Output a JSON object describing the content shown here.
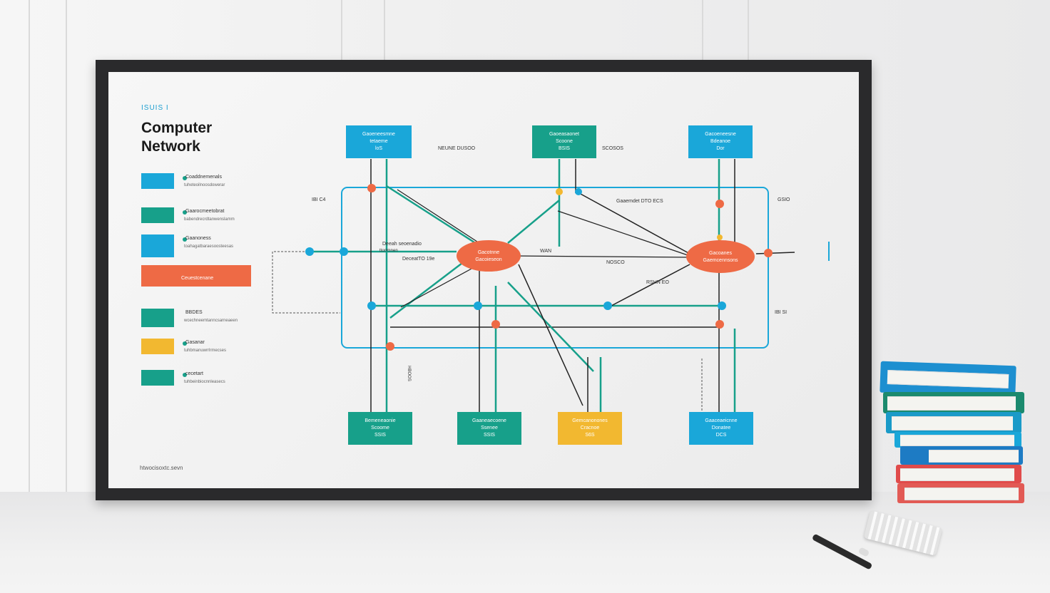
{
  "poster": {
    "kicker": "ISUIS I",
    "title": "Computer Network",
    "footer": "htwocisoxtc.sevn"
  },
  "legend": [
    {
      "color": "#1aa7d9",
      "label": "Coaddnemenals",
      "sub": "tuheteoilnoosdowerar"
    },
    {
      "color": "#17a08a",
      "label": "Gaarocmeetobrat",
      "sub": "babendrecrdtanwenslamm"
    },
    {
      "color": "#1aa7d9",
      "label": "Gaanoness",
      "sub": "toahagatbaraesoosteesas"
    },
    {
      "color": "#ee6a45",
      "label": "Ceuestcenane",
      "sub": ""
    },
    {
      "color": "#17a08a",
      "label": "BBDES",
      "sub": "wcechneemtanncsarneaeen"
    },
    {
      "color": "#f2b830",
      "label": "Gasanar",
      "sub": "tuhbmanuwrrlrmecses"
    },
    {
      "color": "#17a08a",
      "label": "cecetart",
      "sub": "tuhbeinbiocnnleasecs"
    }
  ],
  "diagram": {
    "top_nodes": [
      {
        "color": "#1aa7d9",
        "lines": [
          "Gaoeneesmne",
          "tetaeme",
          "loS"
        ]
      },
      {
        "color": "#17a08a",
        "lines": [
          "Gaoeasaonet",
          "Scoone",
          "BSIS"
        ]
      },
      {
        "color": "#1aa7d9",
        "lines": [
          "Gacoeneesne",
          "Bdeanoe",
          "Dor"
        ]
      }
    ],
    "bottom_nodes": [
      {
        "color": "#17a08a",
        "lines": [
          "Bemeneaonie",
          "Scoome",
          "SSIS"
        ]
      },
      {
        "color": "#17a08a",
        "lines": [
          "Gaaneaecoene",
          "Ssenee",
          "SSIS"
        ]
      },
      {
        "color": "#f2b830",
        "lines": [
          "Gemcanonones",
          "Cracnoe",
          "S6S"
        ]
      },
      {
        "color": "#1aa7d9",
        "lines": [
          "Gaaceaeicnne",
          "Donatee",
          "DCS"
        ]
      }
    ],
    "hubs": [
      {
        "color": "#ee6a45",
        "lines": [
          "Gacotnne",
          "Gacoieseon"
        ]
      },
      {
        "color": "#ee6a45",
        "lines": [
          "Gacoanes",
          "Gaemcennsons"
        ]
      }
    ],
    "edge_labels": [
      "NEUNE DUSOO",
      "SCOSOS",
      "Gaaemdet DTO ECS",
      "WAN",
      "NOSCO",
      "Deeah seoenadio",
      "DeceatTO 19e",
      "RSHN EO",
      "IBI C4",
      "GSIO",
      "IBI SI",
      "ttorrmnen",
      "HBOOS"
    ]
  },
  "colors": {
    "accent_blue": "#1aa7d9",
    "accent_green": "#17a08a",
    "accent_orange": "#ee6a45",
    "accent_yellow": "#f2b830",
    "frame": "#2a2a2c"
  }
}
